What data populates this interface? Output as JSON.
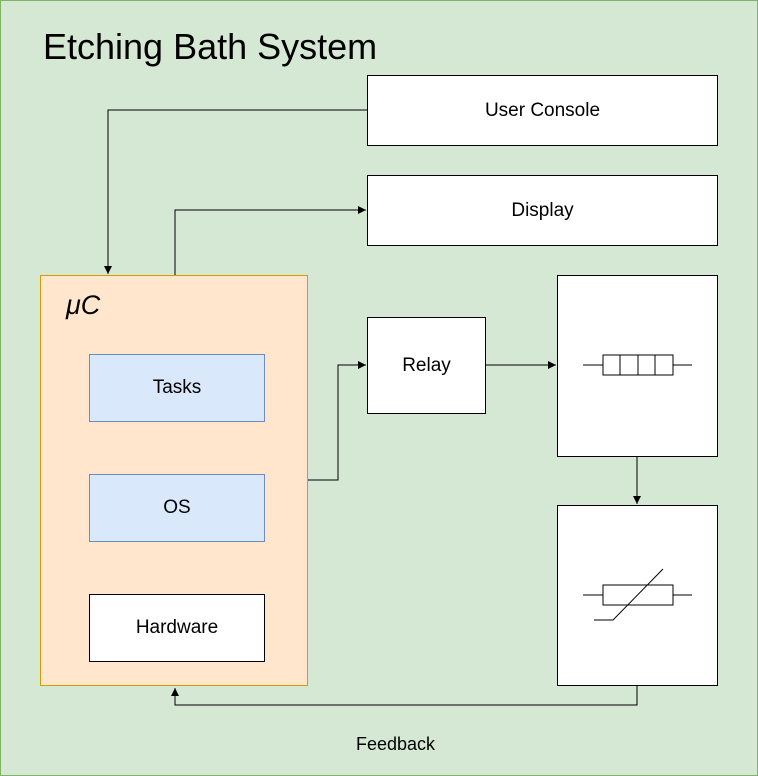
{
  "diagram": {
    "title": "Etching Bath System",
    "microcontroller": {
      "label": "μC",
      "layers": [
        "Tasks",
        "OS",
        "Hardware"
      ]
    },
    "user_console": "User Console",
    "display": "Display",
    "relay": "Relay",
    "heater_symbol": "heater-resistor-icon",
    "sensor_symbol": "thermistor-icon",
    "feedback_label": "Feedback",
    "colors": {
      "background": "#d5e8d4",
      "background_border": "#82b366",
      "microcontroller_fill": "#ffe6cc",
      "microcontroller_border": "#d79b00",
      "layer_fill": "#dae8fc",
      "layer_border": "#6c8ebf"
    }
  }
}
